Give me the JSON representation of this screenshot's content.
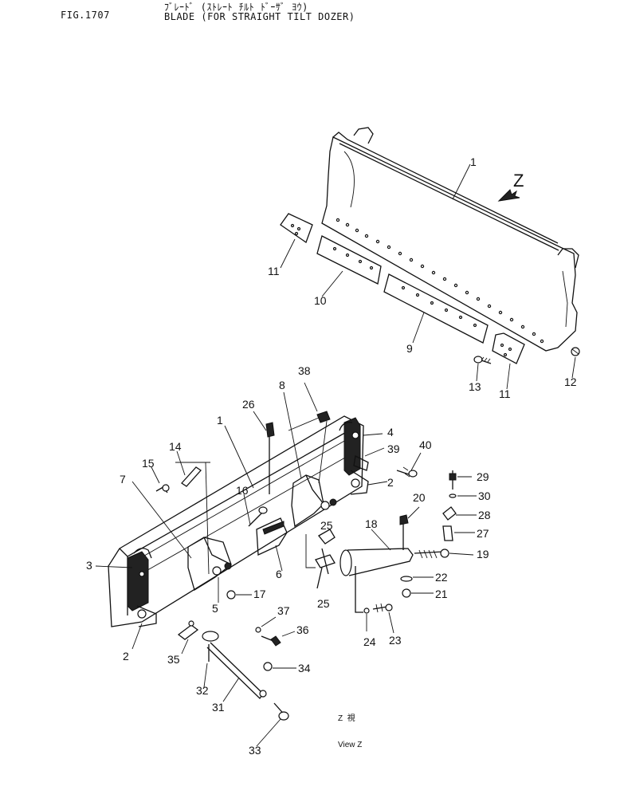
{
  "header": {
    "figure_no": "FIG.1707",
    "title_jp": "ﾌﾞﾚｰﾄﾞ (ｽﾄﾚｰﾄ ﾁﾙﾄ ﾄﾞｰｻﾞ ﾖｳ)",
    "title_en": "BLADE (FOR STRAIGHT TILT DOZER)"
  },
  "view_mark": {
    "arrow_label": "Z",
    "caption_line1": "Z  視",
    "caption_line2": "View Z"
  },
  "callouts": {
    "c1a": "1",
    "c11a": "11",
    "c10": "10",
    "c9": "9",
    "c13": "13",
    "c11b": "11",
    "c12": "12",
    "c38": "38",
    "c8": "8",
    "c26": "26",
    "c1b": "1",
    "c4": "4",
    "c39": "39",
    "c40": "40",
    "c14": "14",
    "c15": "15",
    "c7": "7",
    "c2a": "2",
    "c16": "16",
    "c29": "29",
    "c30": "30",
    "c20": "20",
    "c28": "28",
    "c18": "18",
    "c25a": "25",
    "c27": "27",
    "c3": "3",
    "c19": "19",
    "c6": "6",
    "c22": "22",
    "c17": "17",
    "c5": "5",
    "c25b": "25",
    "c21": "21",
    "c37": "37",
    "c2b": "2",
    "c36": "36",
    "c24": "24",
    "c23": "23",
    "c35": "35",
    "c34": "34",
    "c32": "32",
    "c31": "31",
    "c33": "33"
  }
}
